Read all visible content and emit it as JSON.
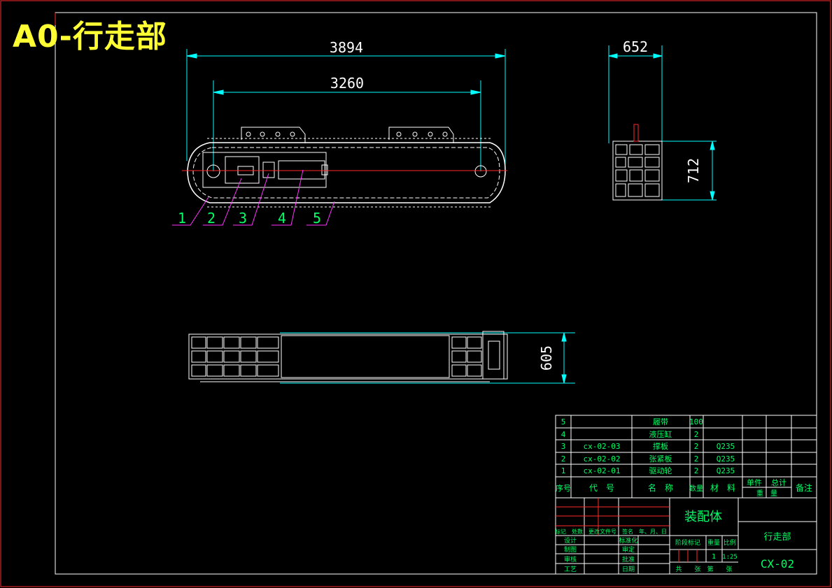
{
  "sheet_title": "A0-行走部",
  "dimensions": {
    "overall_length": "3894",
    "wheel_spacing": "3260",
    "side_width": "652",
    "side_height": "712",
    "plan_width": "605"
  },
  "callouts": [
    "1",
    "2",
    "3",
    "4",
    "5"
  ],
  "bom": {
    "rows": [
      {
        "no": "5",
        "code": "",
        "name": "履带",
        "qty": "100",
        "material": "",
        "unit_wt": "",
        "total_wt": "",
        "remark": ""
      },
      {
        "no": "4",
        "code": "",
        "name": "液压缸",
        "qty": "2",
        "material": "",
        "unit_wt": "",
        "total_wt": "",
        "remark": ""
      },
      {
        "no": "3",
        "code": "cx-02-03",
        "name": "撑板",
        "qty": "2",
        "material": "Q235",
        "unit_wt": "",
        "total_wt": "",
        "remark": ""
      },
      {
        "no": "2",
        "code": "cx-02-02",
        "name": "张紧板",
        "qty": "2",
        "material": "Q235",
        "unit_wt": "",
        "total_wt": "",
        "remark": ""
      },
      {
        "no": "1",
        "code": "cx-02-01",
        "name": "驱动轮",
        "qty": "2",
        "material": "Q235",
        "unit_wt": "",
        "total_wt": "",
        "remark": ""
      }
    ],
    "headers": {
      "no": "序号",
      "code": "代　号",
      "name": "名　称",
      "qty": "数量",
      "material": "材　料",
      "unit_wt": "单件",
      "total_wt": "总计",
      "weight": "重　量",
      "remark": "备注"
    }
  },
  "title_block": {
    "assembly_label": "装配体",
    "part_name": "行走部",
    "drawing_no": "CX-02",
    "change_row": "标记　处数　更改文件号　签名　年、月、日",
    "roles": [
      "设计",
      "制图",
      "审核",
      "工艺"
    ],
    "roles2": [
      "标准化",
      "审定",
      "批准",
      "日期"
    ],
    "stage_label": "阶段标记",
    "weight_label": "重量",
    "scale_label": "比例",
    "qty_value": "1",
    "scale_value": "1:25",
    "sheets_text": "共　　张　第　　张"
  },
  "colors": {
    "background": "#000000",
    "frame": "#ff2a2a",
    "lines": "#ffffff",
    "dimension": "#00ffff",
    "green_text": "#00ff66",
    "callout": "#ff33ff",
    "banner": "#ffff33"
  }
}
